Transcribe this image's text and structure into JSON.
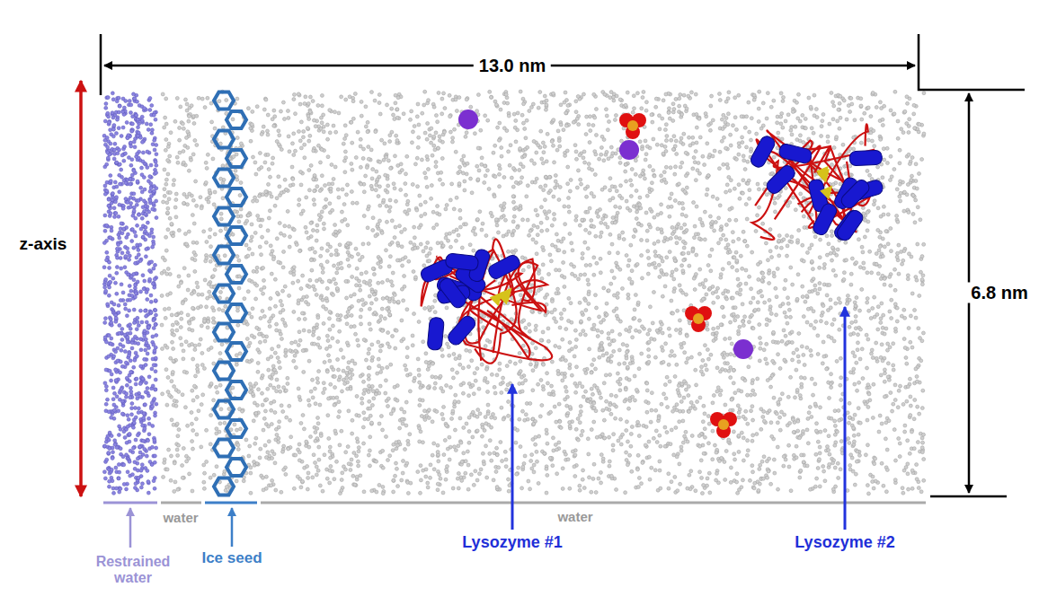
{
  "diagram": {
    "labels": [
      "13.0 nm",
      "z-axis",
      "6.8 nm",
      "Restrained water",
      "water",
      "Ice seed",
      "Lysozyme #1",
      "water",
      "Lysozyme #2"
    ]
  }
}
